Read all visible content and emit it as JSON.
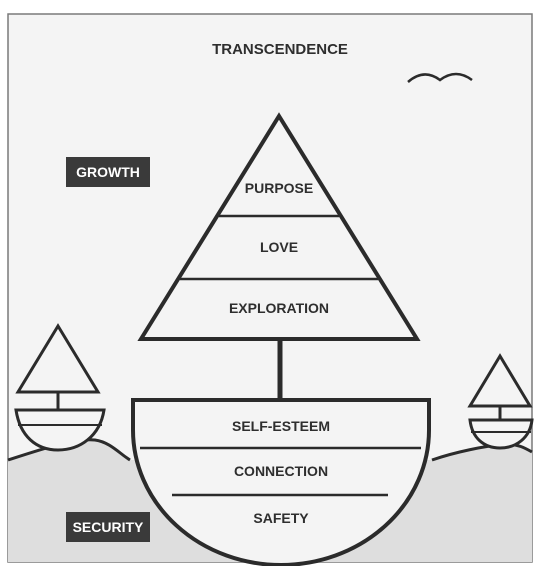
{
  "title": "TRANSCENDENCE",
  "badges": {
    "growth": "GROWTH",
    "security": "SECURITY"
  },
  "sail_levels": [
    "PURPOSE",
    "LOVE",
    "EXPLORATION"
  ],
  "hull_levels": [
    "SELF-ESTEEM",
    "CONNECTION",
    "SAFETY"
  ],
  "colors": {
    "line": "#2b2b2b",
    "panel": "#f3f3f3",
    "water": "#dedede",
    "badge": "#3a3a3a"
  },
  "icons": [
    "bird-icon",
    "small-boat-icon"
  ]
}
